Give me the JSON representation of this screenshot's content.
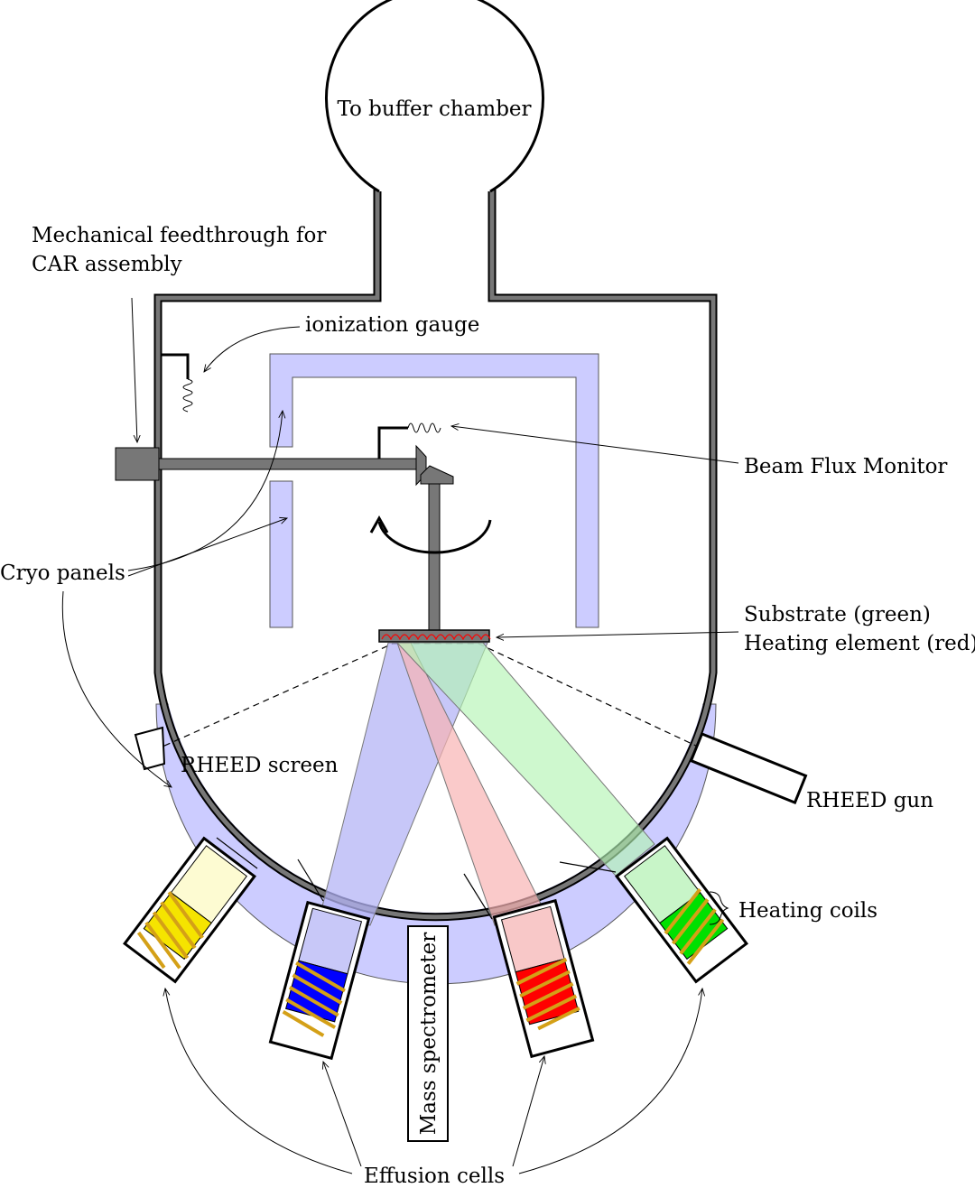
{
  "diagram": {
    "labels": {
      "buffer_chamber": "To buffer chamber",
      "mech_feedthrough_line1": "Mechanical feedthrough for",
      "mech_feedthrough_line2": "CAR assembly",
      "ionization_gauge": "ionization gauge",
      "beam_flux_monitor": "Beam Flux Monitor",
      "cryo_panels": "Cryo panels",
      "substrate": "Substrate (green)",
      "heating_element": "Heating element (red)",
      "rheed_screen": "RHEED screen",
      "rheed_gun": "RHEED gun",
      "heating_coils": "Heating coils",
      "mass_spectrometer": "Mass spectrometer",
      "effusion_cells": "Effusion cells"
    },
    "colors": {
      "wall": "#777777",
      "cryo": "#ccccff",
      "cell_yellow": "#f5e400",
      "cell_yellow_light": "#fdfbd2",
      "cell_blue": "#0000ff",
      "cell_red": "#ff0000",
      "cell_green": "#00e000",
      "coil": "#d4a017",
      "beam_blue": "#b4b4f5",
      "beam_red": "#f8b4b4",
      "beam_green": "#b4f5b4"
    }
  }
}
